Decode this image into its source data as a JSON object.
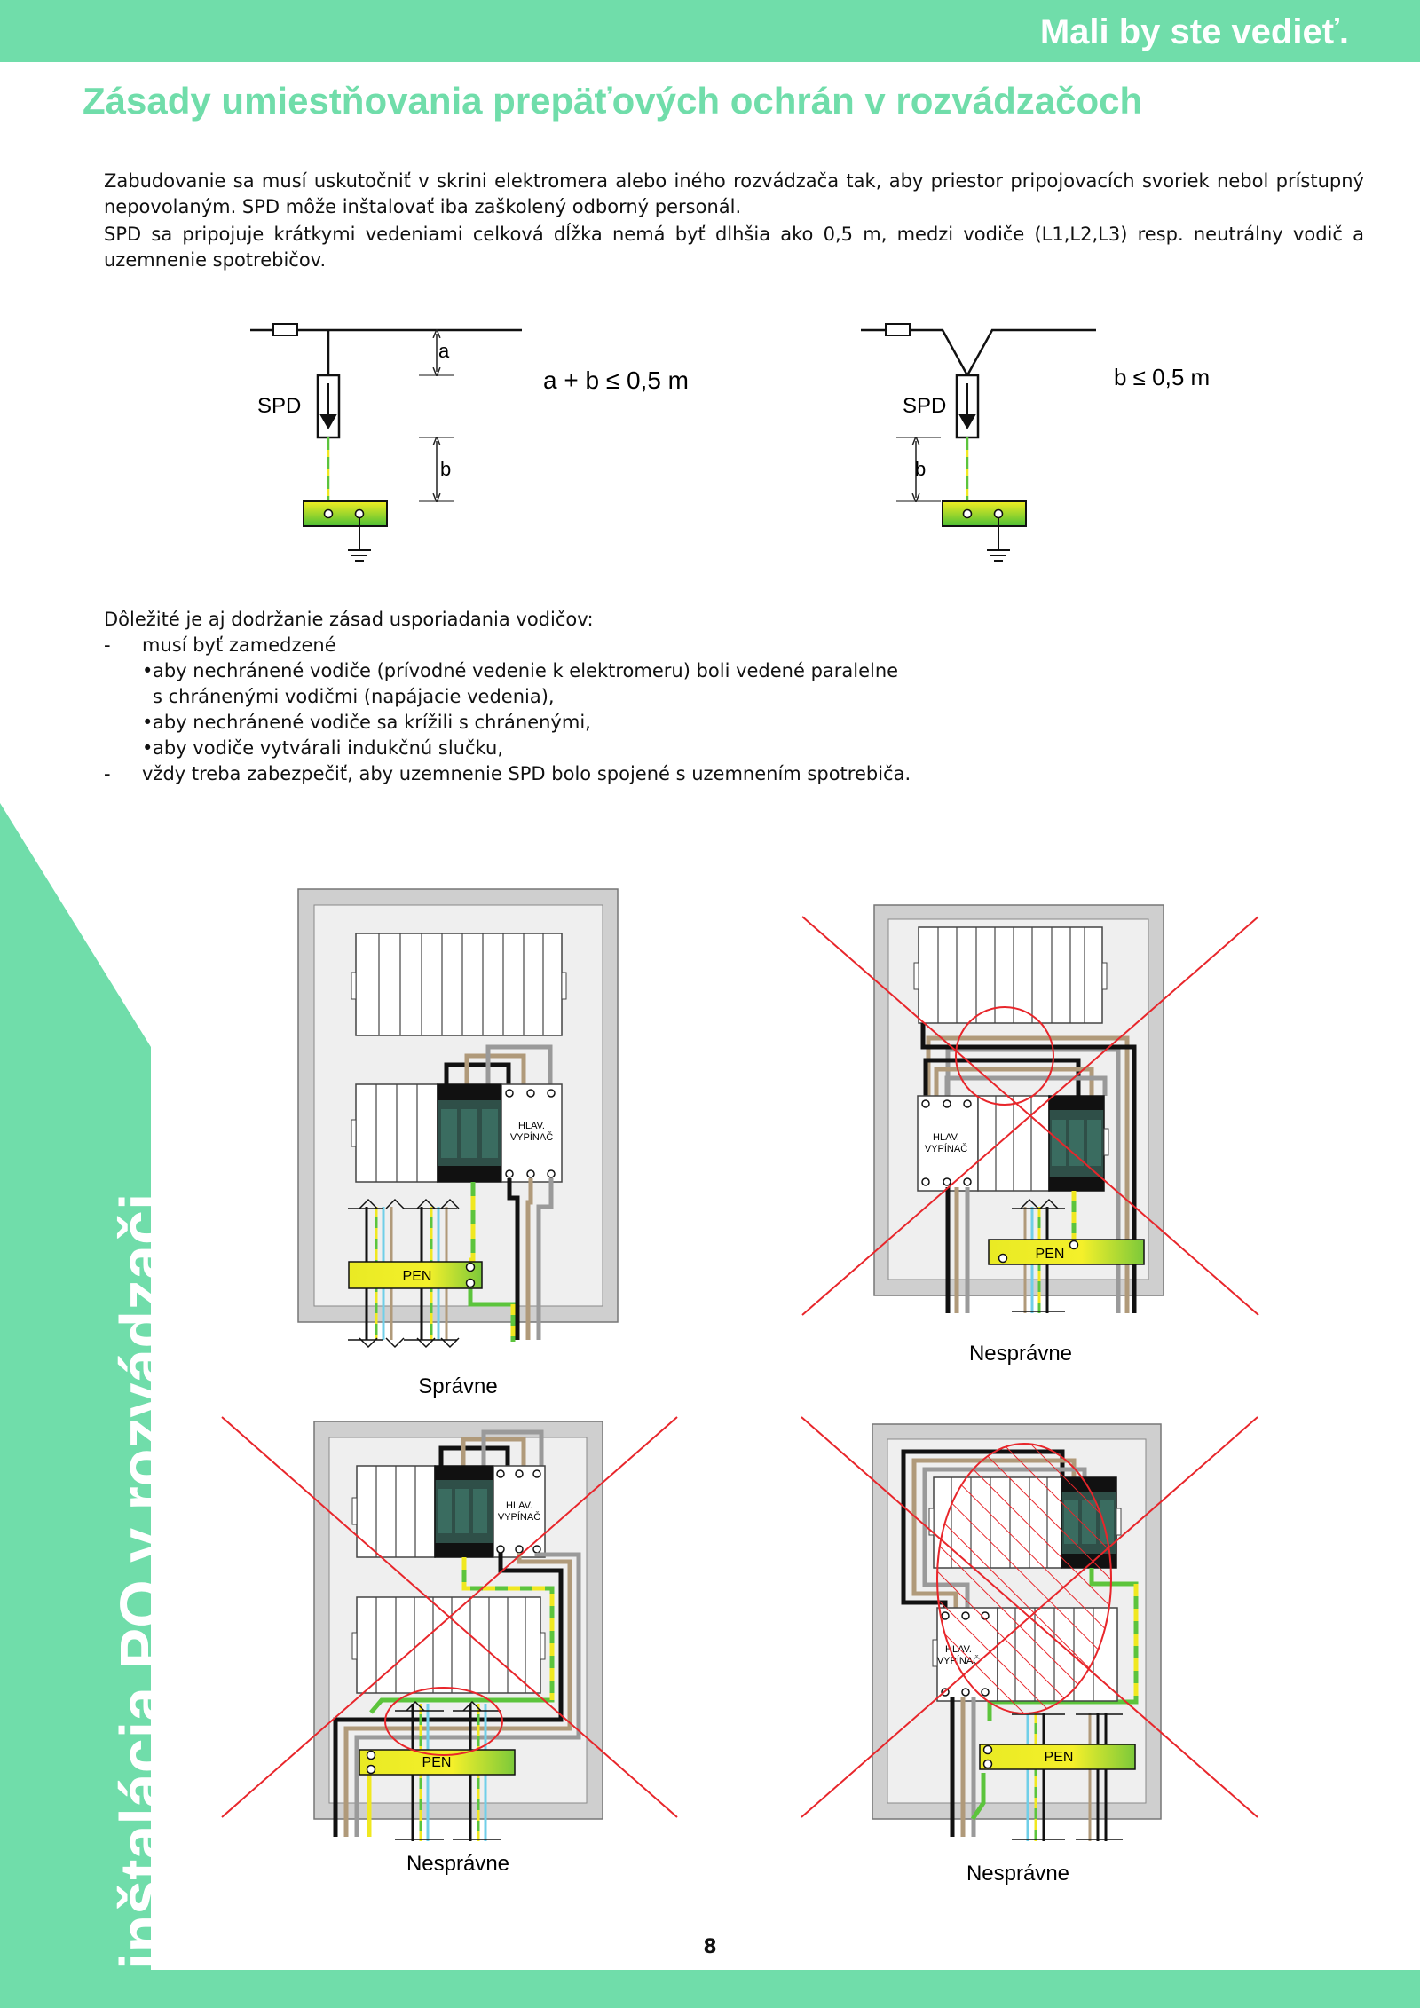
{
  "header": {
    "section": "Mali by ste vedieť."
  },
  "title": "Zásady umiestňovania prepäťových ochrán v rozvádzačoch",
  "intro": [
    "Zabudovanie sa musí uskutočniť v skrini elektromera alebo iného rozvádzača tak, aby priestor pripojovacích svoriek nebol prístupný nepovolaným. SPD môže inštalovať iba zaškolený odborný personál.",
    "SPD sa pripojuje krátkymi vedeniami celková dĺžka nemá byť dlhšia ako 0,5 m, medzi vodiče (L1,L2,L3) resp. neutrálny vodič a uzemnenie spotrebičov."
  ],
  "schemes": {
    "left": {
      "label": "SPD",
      "dim_a": "a",
      "dim_b": "b",
      "formula": "a + b ≤ 0,5 m"
    },
    "right": {
      "label": "SPD",
      "dim_b": "b",
      "formula": "b ≤ 0,5 m"
    }
  },
  "rules": {
    "intro": "Dôležité je aj dodržanie zásad usporiadania vodičov:",
    "items": [
      {
        "bullet": "-",
        "text": "musí byť zamedzené"
      },
      {
        "bullet": "•",
        "text": "aby nechránené vodiče (prívodné vedenie k elektromeru) boli vedené paralelne",
        "sub": true
      },
      {
        "bullet": "",
        "text": "s chránenými vodičmi (napájacie vedenia),",
        "sub": true,
        "cont": true
      },
      {
        "bullet": "•",
        "text": "aby nechránené vodiče sa krížili s chránenými,",
        "sub": true
      },
      {
        "bullet": "•",
        "text": "aby vodiče vytvárali indukčnú slučku,",
        "sub": true
      },
      {
        "bullet": "-",
        "text": "vždy treba zabezpečiť, aby uzemnenie SPD bolo spojené s uzemnením spotrebiča."
      }
    ]
  },
  "figures": {
    "pen_label": "PEN",
    "switch_label_1": "HLAV.",
    "switch_label_2": "VYPÍNAČ",
    "correct_caption": "Správne",
    "wrong_caption": "Nesprávne"
  },
  "side_title": "inštalácia PO v rozvádzači",
  "page_number": "8",
  "colors": {
    "accent": "#70ddaa",
    "error": "#e8262b",
    "pen_yellow": "#f0e820",
    "pen_green": "#5cc43c"
  }
}
